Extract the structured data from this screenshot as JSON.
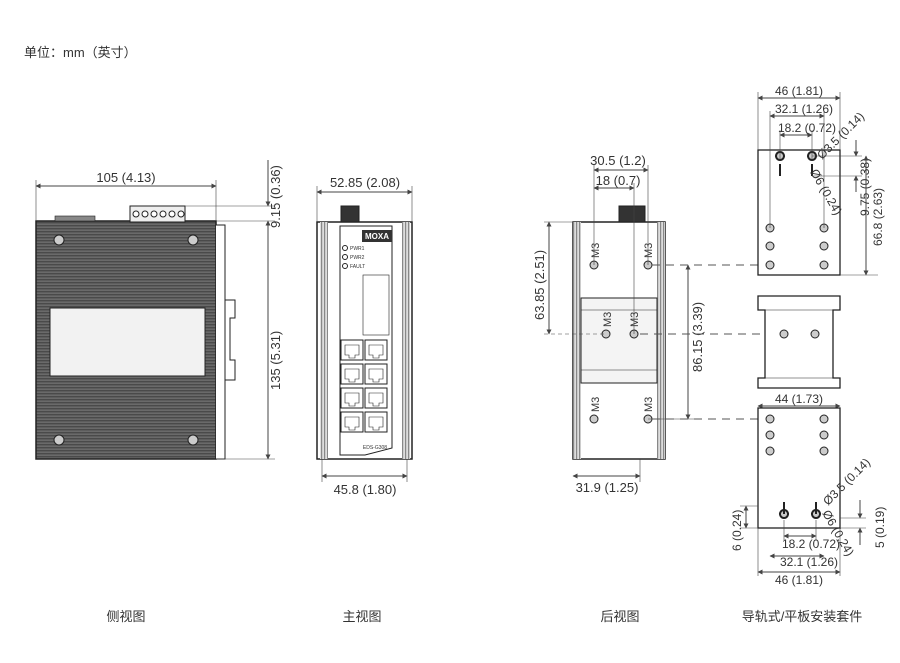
{
  "unit_label": "单位：mm（英寸）",
  "captions": {
    "side": "侧视图",
    "front": "主视图",
    "rear": "后视图",
    "din": "导轨式/平板安装套件"
  },
  "side_view": {
    "width": "105 (4.13)",
    "terminal_height": "9.15 (0.36)",
    "total_height": "135 (5.31)"
  },
  "front_view": {
    "top_width": "52.85 (2.08)",
    "bottom_width": "45.8 (1.80)",
    "brand": "MOXA",
    "leds": [
      "PWR1",
      "PWR2",
      "FAULT"
    ],
    "model": "EDS-G308"
  },
  "rear_view": {
    "hole_spacing_top": "30.5 (1.2)",
    "hole_offset": "18 (0.7)",
    "vertical_upper": "63.85 (2.51)",
    "vertical_span": "86.15 (3.39)",
    "bottom_width": "31.9 (1.25)",
    "screw": "M3"
  },
  "din_kit": {
    "top": {
      "width": "46 (1.81)",
      "spacing": "32.1 (1.26)",
      "inner": "18.2 (0.72)",
      "hole_dia": "Ø3.5 (0.14)",
      "slot": "Ø6 (0.24)",
      "slot_depth": "9.75 (0.38)",
      "height": "66.8 (2.63)"
    },
    "rail_width": "44 (1.73)",
    "bottom": {
      "hole_dia": "Ø3.5 (0.14)",
      "height_left": "6 (0.24)",
      "height_right": "5 (0.19)",
      "slot": "Ø6 (0.24)",
      "inner": "18.2 (0.72)",
      "spacing": "32.1 (1.26)",
      "width": "46 (1.81)"
    }
  }
}
